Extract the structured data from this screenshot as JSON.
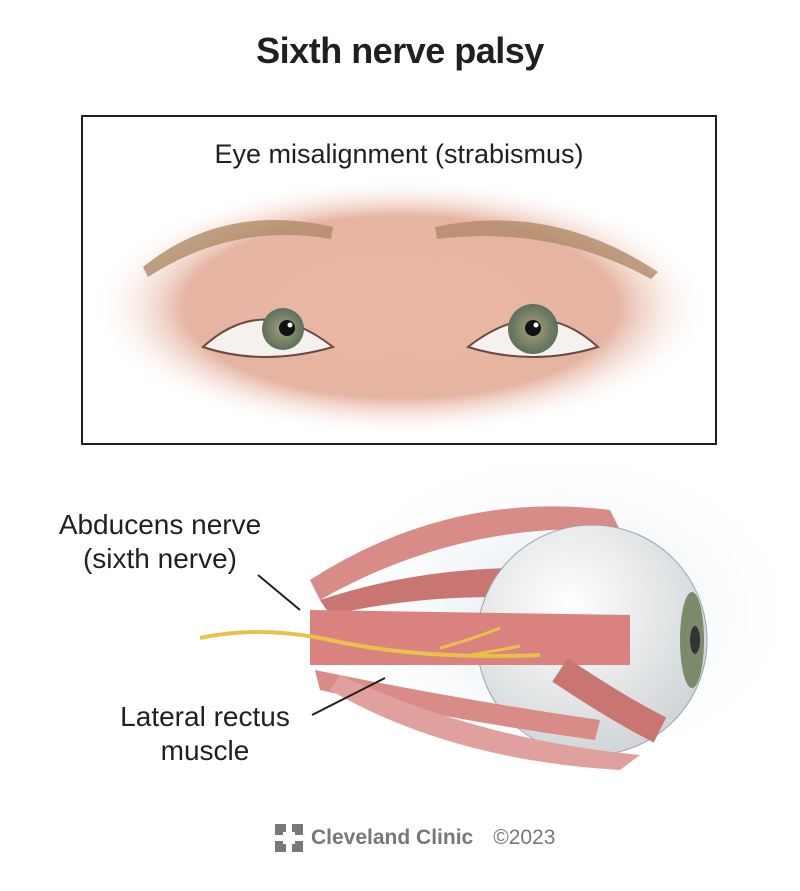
{
  "title": "Sixth nerve palsy",
  "panel": {
    "label": "Eye misalignment (strabismus)"
  },
  "diagram": {
    "labels": {
      "nerve_line1": "Abducens nerve",
      "nerve_line2": "(sixth nerve)",
      "muscle_line1": "Lateral rectus",
      "muscle_line2": "muscle"
    }
  },
  "footer": {
    "brand": "Cleveland Clinic",
    "copyright": "©2023"
  },
  "colors": {
    "skin": "#e8b9a6",
    "muscle": "#d98b88",
    "nerve": "#e8c14a",
    "iris": "#7b8a6a"
  }
}
